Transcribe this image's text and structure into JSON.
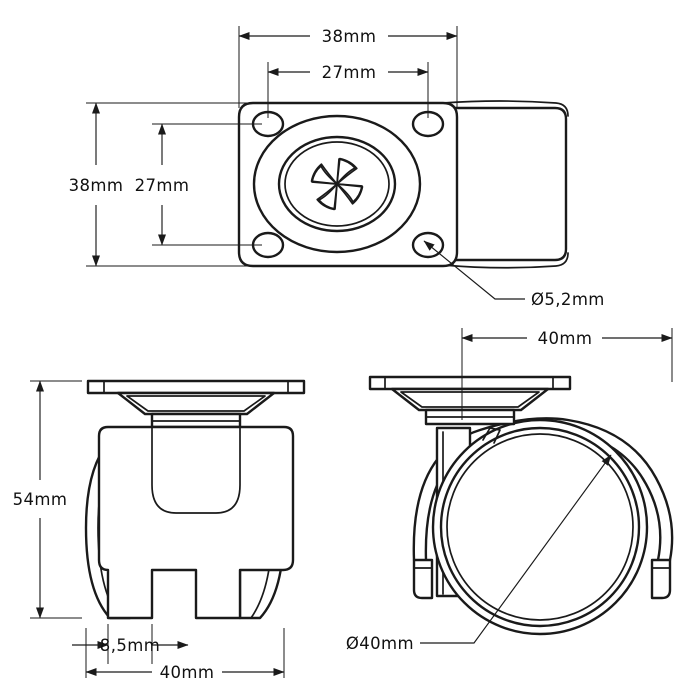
{
  "drawing": {
    "title": "Twin-wheel furniture caster — orthographic dimension drawing",
    "background_color": "#ffffff",
    "line_color": "#1a1a1a",
    "units": "mm"
  },
  "views": {
    "top": {
      "name": "Top view — mounting plate",
      "features": [
        "mounting-plate",
        "four-corner-holes",
        "swivel-race-circles",
        "pinwheel-hub",
        "wheel-housing"
      ]
    },
    "front": {
      "name": "Front view — twin wheel fork",
      "features": [
        "top-plate",
        "swivel-bracket",
        "fork-body",
        "twin-wheels"
      ]
    },
    "side": {
      "name": "Side view — wheel profile",
      "features": [
        "top-plate",
        "swivel-stem",
        "wheel-circles",
        "fork-arc"
      ]
    }
  },
  "dimensions": {
    "top_width": "38mm",
    "top_hole_spacing_horizontal": "27mm",
    "left_height": "38mm",
    "left_hole_spacing_vertical": "27mm",
    "hole_diameter": "Ø5,2mm",
    "front_height": "54mm",
    "front_gap": "8,5mm",
    "front_width": "40mm",
    "side_width": "40mm",
    "wheel_diameter": "Ø40mm"
  }
}
